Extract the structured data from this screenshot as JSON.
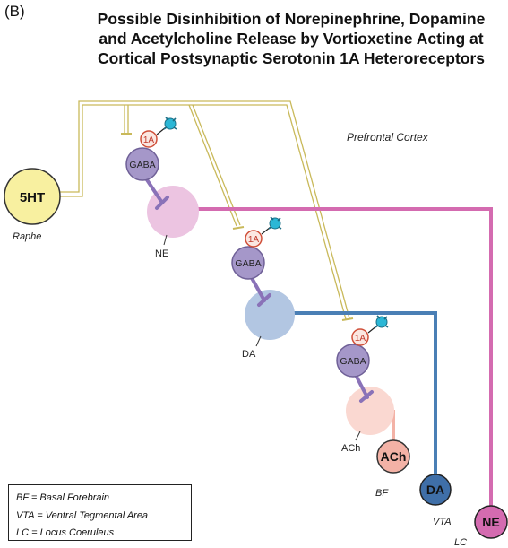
{
  "panel_label": "(B)",
  "title": {
    "line1": "Possible Disinhibition of Norepinephrine, Dopamine",
    "line2": "and Acetylcholine Release by Vortioxetine Acting at",
    "line3": "Cortical Postsynaptic Serotonin 1A Heteroreceptors"
  },
  "region_label": "Prefrontal Cortex",
  "nodes": {
    "serotonin": {
      "label": "5HT",
      "region": "Raphe",
      "color": "#f8f0a0"
    },
    "ne_source": {
      "label": "NE",
      "region": "LC",
      "color": "#d46bb0"
    },
    "da_source": {
      "label": "DA",
      "region": "VTA",
      "color": "#3f6fa8"
    },
    "ach_source": {
      "label": "ACh",
      "region": "BF",
      "color": "#f3b2a6"
    }
  },
  "interneurons": {
    "gaba_label": "GABA",
    "receptor_label": "1A",
    "gaba_color": "#a597c9"
  },
  "terminals": {
    "ne": "NE",
    "da": "DA",
    "ach": "ACh"
  },
  "legend": {
    "bf": "BF = Basal Forebrain",
    "vta": "VTA = Ventral Tegmental Area",
    "lc": "LC = Locus Coeruleus"
  },
  "colors": {
    "ne_axon": "#d46bb0",
    "da_axon": "#4a7fb5",
    "ach_axon": "#f3b2a6",
    "serotonin_axon": "#d8cc7a",
    "gaba_axon": "#8a72b8",
    "drug": "#2bb7d6"
  }
}
